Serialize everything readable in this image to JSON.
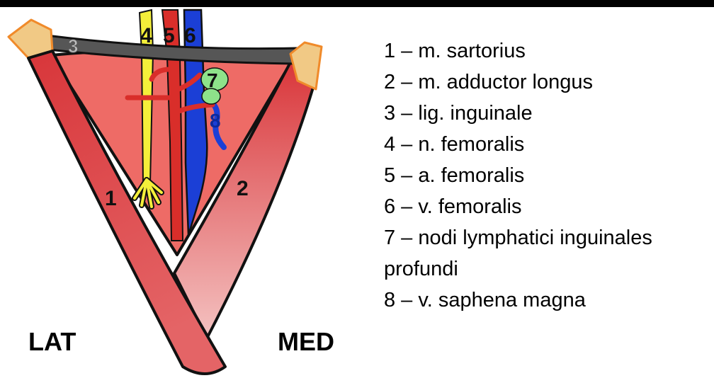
{
  "diagram": {
    "side_labels": {
      "lateral": "LAT",
      "medial": "MED"
    },
    "numbers": {
      "n1": "1",
      "n2": "2",
      "n3": "3",
      "n4": "4",
      "n5": "5",
      "n6": "6",
      "n7": "7",
      "n8": "8"
    },
    "colors": {
      "muscle": "#d9363a",
      "muscle_light": "#f2b7b6",
      "triangle": "#ee6b66",
      "ligament": "#555555",
      "bone": "#f1c985",
      "bone_edge": "#f08a2a",
      "nerve": "#f4ef3a",
      "artery": "#d92e2a",
      "vein": "#1b3fd6",
      "lymph_node": "#8ee28a",
      "outline": "#111111"
    }
  },
  "legend": {
    "items": [
      "1 – m. sartorius",
      "2 – m. adductor longus",
      "3 – lig. inguinale",
      "4 – n. femoralis",
      "5 – a. femoralis",
      "6 – v. femoralis",
      "7 – nodi lymphatici inguinales",
      "profundi",
      "8 – v. saphena magna"
    ]
  }
}
